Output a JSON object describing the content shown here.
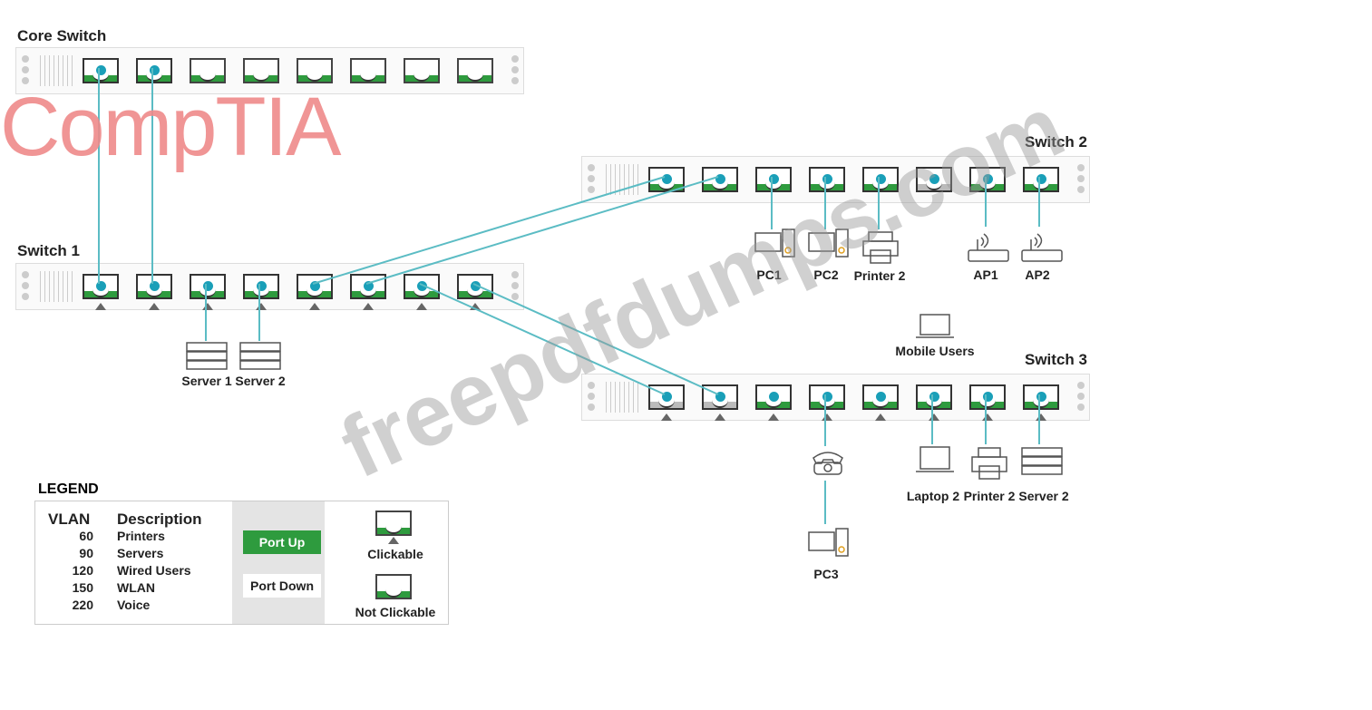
{
  "switches": {
    "core": {
      "title": "Core Switch",
      "ports": [
        "up",
        "up",
        "off",
        "off",
        "off",
        "off",
        "off",
        "off"
      ],
      "clickable": [
        false,
        false,
        false,
        false,
        false,
        false,
        false,
        false
      ]
    },
    "s1": {
      "title": "Switch 1",
      "ports": [
        "up",
        "up",
        "up",
        "up",
        "up",
        "up",
        "up",
        "up"
      ],
      "clickable": [
        true,
        true,
        true,
        true,
        true,
        true,
        true,
        true
      ]
    },
    "s2": {
      "title": "Switch 2",
      "ports": [
        "up",
        "up",
        "up",
        "up",
        "up",
        "down",
        "up",
        "up"
      ],
      "clickable": [
        false,
        false,
        false,
        false,
        false,
        false,
        false,
        false
      ]
    },
    "s3": {
      "title": "Switch 3",
      "ports": [
        "down",
        "down",
        "up",
        "up",
        "up",
        "up",
        "up",
        "up"
      ],
      "clickable": [
        true,
        true,
        true,
        true,
        true,
        true,
        true,
        true
      ]
    }
  },
  "devices": {
    "server1": "Server 1",
    "server2": "Server 2",
    "pc1": "PC1",
    "pc2": "PC2",
    "printer2a": "Printer 2",
    "ap1": "AP1",
    "ap2": "AP2",
    "mobile": "Mobile Users",
    "pc3": "PC3",
    "laptop2": "Laptop 2",
    "printer2b": "Printer 2",
    "server2b": "Server 2"
  },
  "legend": {
    "title": "LEGEND",
    "col_vlan": "VLAN",
    "col_desc": "Description",
    "rows": [
      {
        "vlan": "60",
        "desc": "Printers"
      },
      {
        "vlan": "90",
        "desc": "Servers"
      },
      {
        "vlan": "120",
        "desc": "Wired Users"
      },
      {
        "vlan": "150",
        "desc": "WLAN"
      },
      {
        "vlan": "220",
        "desc": "Voice"
      }
    ],
    "port_up": "Port Up",
    "port_down": "Port Down",
    "clickable": "Clickable",
    "not_clickable": "Not Clickable"
  },
  "watermarks": {
    "logo": "CompTIA",
    "site": "freepdfdumps.com"
  },
  "colors": {
    "port_up": "#2e9b3e",
    "link": "#5bbcc4",
    "dot": "#1a9fb8",
    "logo": "#ef8a8a"
  }
}
